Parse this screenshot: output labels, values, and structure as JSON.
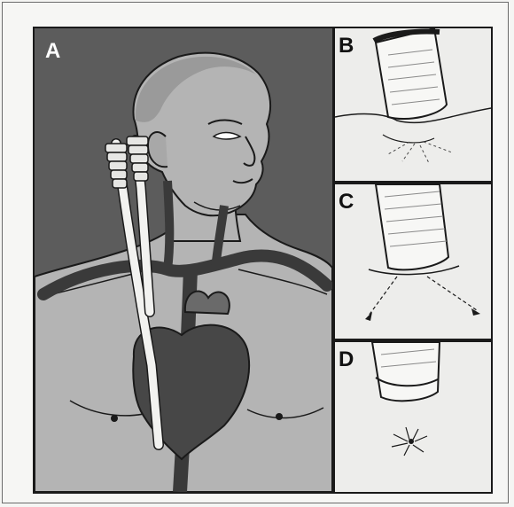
{
  "figure": {
    "panels": [
      {
        "id": "A",
        "label": "A"
      },
      {
        "id": "B",
        "label": "B"
      },
      {
        "id": "C",
        "label": "C"
      },
      {
        "id": "D",
        "label": "D"
      }
    ]
  },
  "colors": {
    "background": "#5c5c5c",
    "skin": "#b4b4b4",
    "vessel": "#3a3a3a",
    "heart": "#474747",
    "catheter": "#f2f2f0",
    "detail_panel": "#ededeb"
  },
  "icons": [
    "catheter-illustration",
    "heart-illustration",
    "skin-exit-site-illustration"
  ]
}
